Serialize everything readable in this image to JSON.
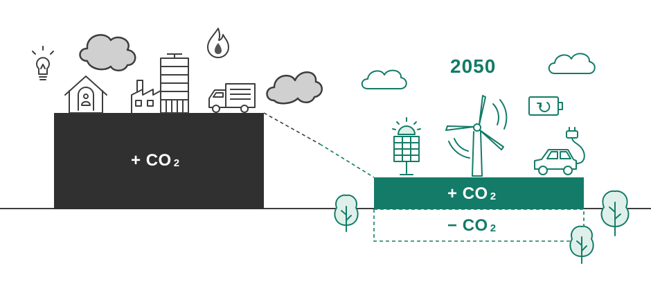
{
  "today": {
    "emission_label": {
      "sign": "+",
      "text": "CO",
      "sub": "2"
    }
  },
  "future": {
    "year": "2050",
    "emission_label": {
      "sign": "+",
      "text": "CO",
      "sub": "2"
    },
    "removal_label": {
      "sign": "−",
      "text": "CO",
      "sub": "2"
    }
  },
  "icons": {
    "today": [
      "lightbulb-icon",
      "cloud-icon",
      "house-icon",
      "factory-icon",
      "building-icon",
      "flame-icon",
      "truck-icon",
      "smoke-cloud-icon"
    ],
    "future": [
      "cloud-icon",
      "cloud-icon",
      "solar-panel-icon",
      "wind-turbine-icon",
      "battery-charging-icon",
      "electric-car-icon",
      "tree-icon"
    ]
  },
  "colors": {
    "today_block": "#303030",
    "future_block": "#137b67",
    "line_art": "#3d3d3d",
    "green_line_art": "#137b67",
    "cloud_fill": "#d0d0d0",
    "tree_fill": "#dff0ea"
  }
}
